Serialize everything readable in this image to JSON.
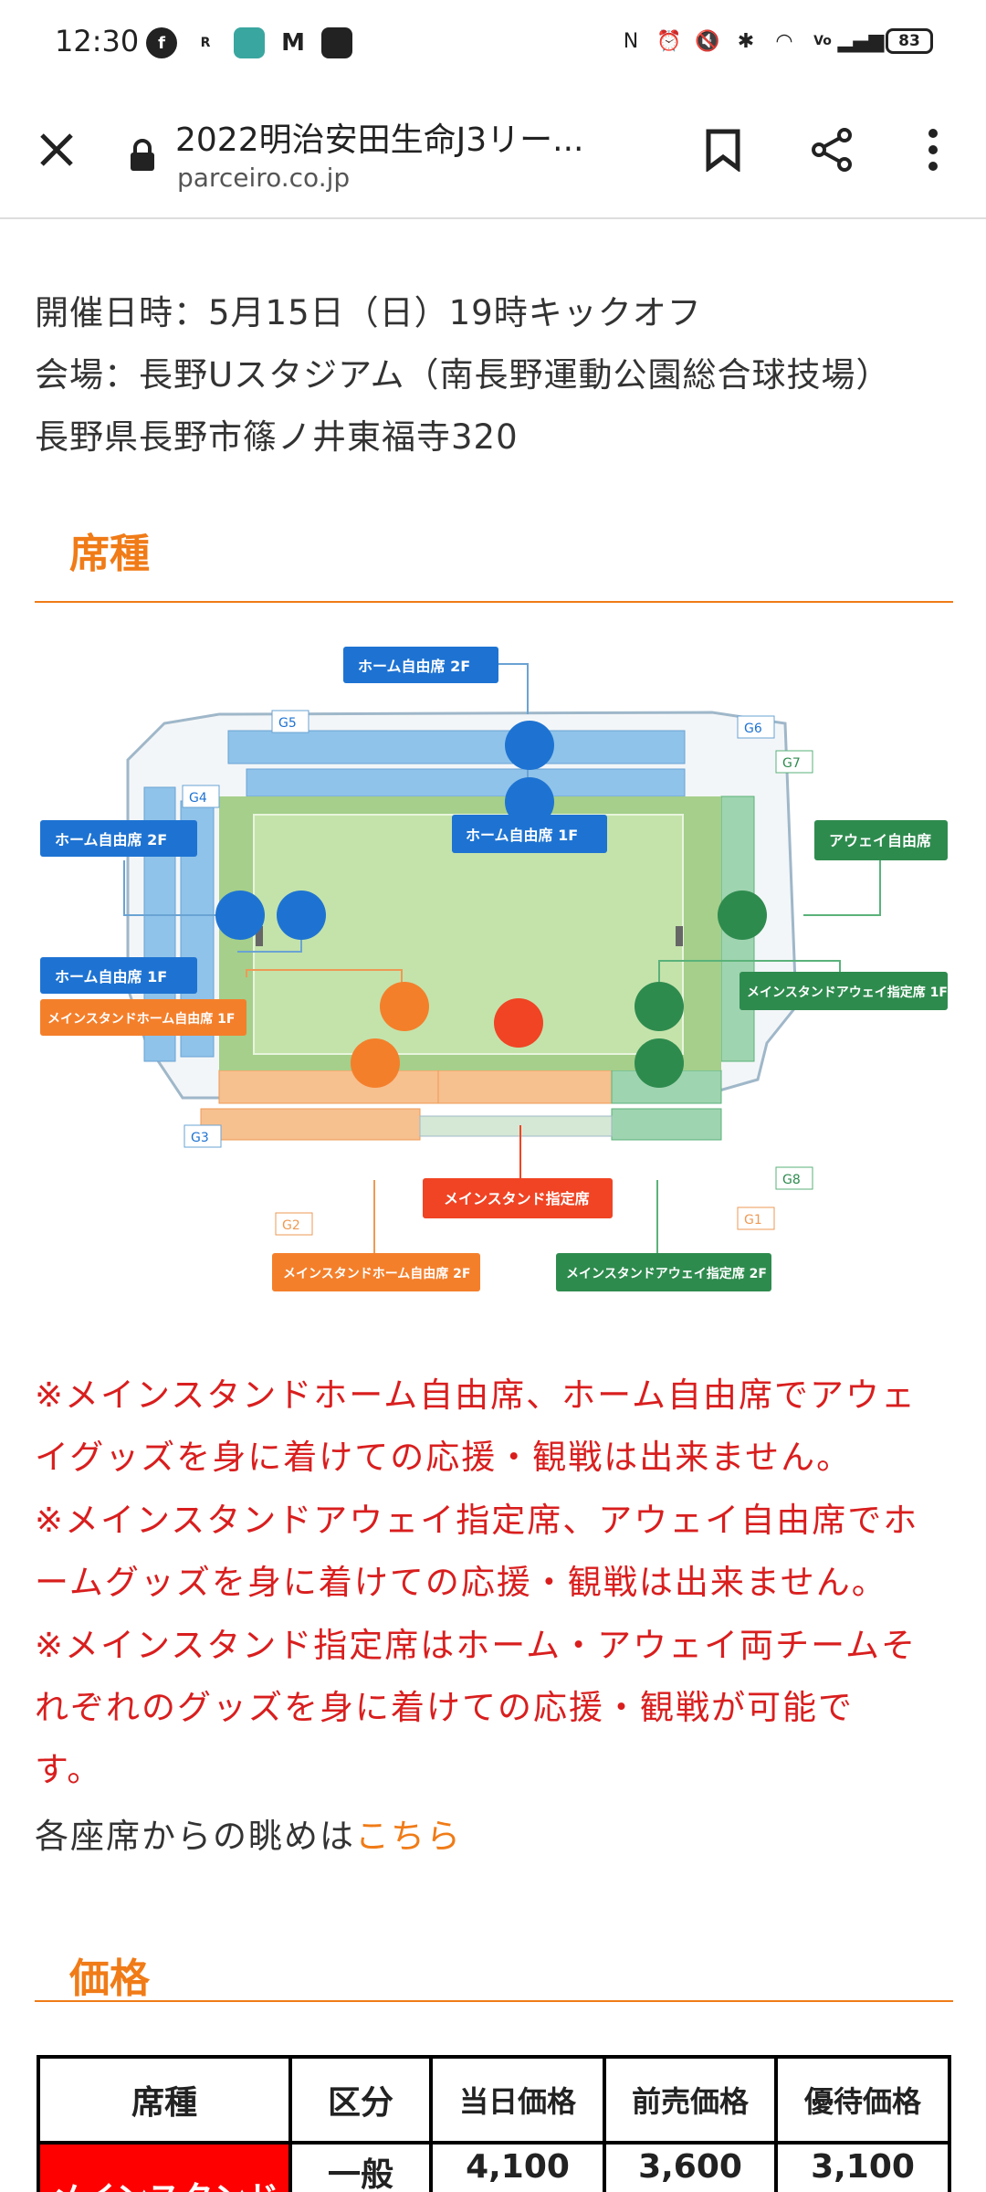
{
  "status": {
    "time": "12:30",
    "battery": "83"
  },
  "browser": {
    "title": "2022明治安田生命J3リー...",
    "url": "parceiro.co.jp"
  },
  "event": {
    "date_line": "開催日時：5月15日（日）19時キックオフ",
    "venue_line": "会場：長野Uスタジアム（南長野運動公園総合球技場）",
    "address_line": "長野県長野市篠ノ井東福寺320"
  },
  "seats_section": {
    "heading": "席種",
    "gates": [
      "G5",
      "G6",
      "G7",
      "G4",
      "G3",
      "G2",
      "G1",
      "G8"
    ],
    "labels": {
      "home_free_2f_top": "ホーム自由席 2F",
      "home_free_1f_top": "ホーム自由席 1F",
      "home_free_2f_left": "ホーム自由席 2F",
      "home_free_1f_left": "ホーム自由席 1F",
      "away_free": "アウェイ自由席",
      "main_home_free_1f": "メインスタンドホーム自由席 1F",
      "main_away_reserved_1f": "メインスタンドアウェイ指定席 1F",
      "main_reserved": "メインスタンド指定席",
      "main_home_free_2f": "メインスタンドホーム自由席 2F",
      "main_away_reserved_2f": "メインスタンドアウェイ指定席 2F"
    },
    "colors": {
      "home": "#1e73d2",
      "away": "#2e8b4e",
      "main_home": "#f47f2b",
      "main_reserved": "#f04424"
    }
  },
  "notes": {
    "note1_line1": "※メインスタンドホーム自由席、ホーム自由席でアウェ",
    "note1_line2": "イグッズを身に着けての応援・観戦は出来ません。",
    "note2_line1": "※メインスタンドアウェイ指定席、アウェイ自由席でホ",
    "note2_line2": "ームグッズを身に着けての応援・観戦は出来ません。",
    "note3_line1": "※メインスタンド指定席はホーム・アウェイ両チームそ",
    "note3_line2": "れぞれのグッズを身に着けての応援・観戦が可能で",
    "note3_line3": "す。",
    "view_prefix": "各座席からの眺めは",
    "view_link": "こちら"
  },
  "price_section": {
    "heading": "価格",
    "headers": [
      "席種",
      "区分",
      "当日価格",
      "前売価格",
      "優待価格"
    ],
    "row1": {
      "seat": "メインスタンド",
      "category": "一般",
      "day_price": "4,100",
      "advance_price": "3,600",
      "discount_price": "3,100"
    }
  }
}
